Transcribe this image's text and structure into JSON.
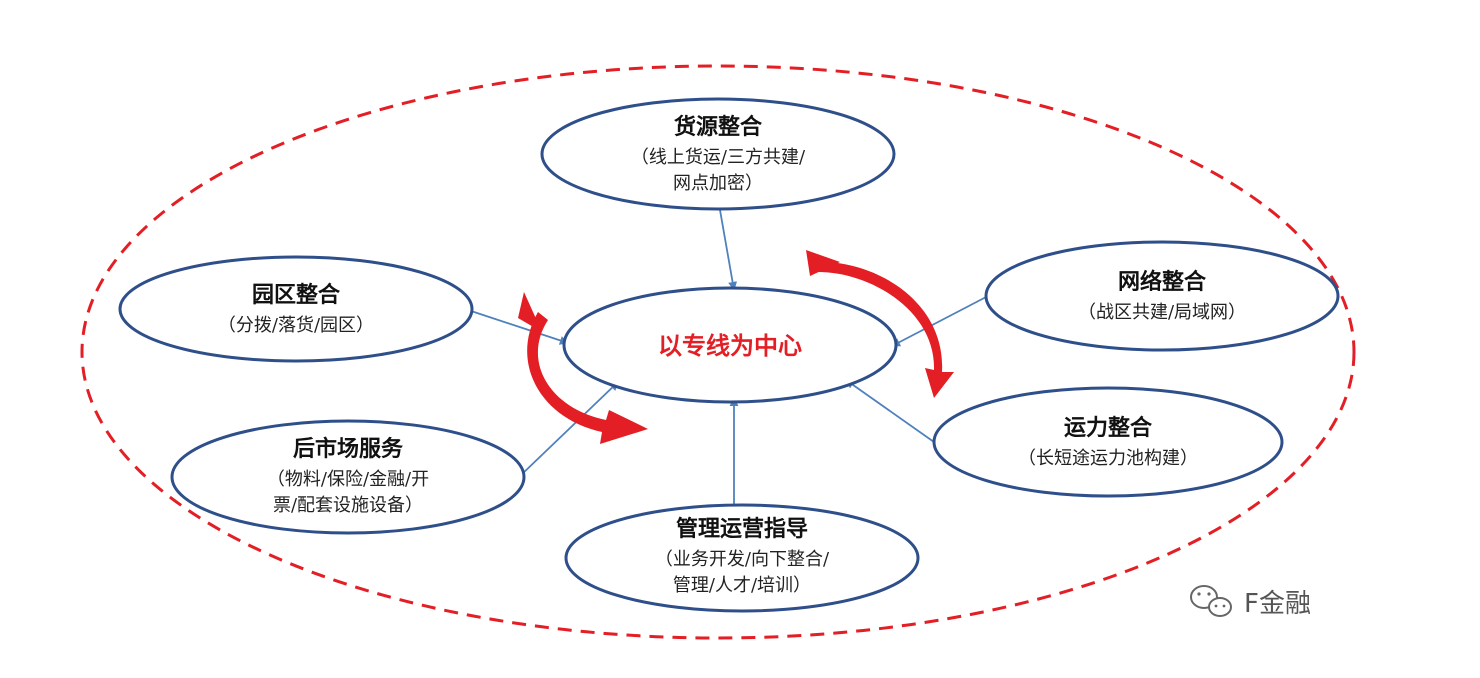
{
  "colors": {
    "outline_dash": "#e31e24",
    "node_border": "#2e4f8a",
    "connector": "#4f81bd",
    "cycle_arrow": "#e31e24",
    "center_text": "#e31e24"
  },
  "center": {
    "title": "以专线为中心"
  },
  "nodes": {
    "cargo": {
      "title": "货源整合",
      "lines": [
        "（线上货运/三方共建/",
        "网点加密）"
      ]
    },
    "park": {
      "title": "园区整合",
      "lines": [
        "（分拨/落货/园区）"
      ]
    },
    "network": {
      "title": "网络整合",
      "lines": [
        "（战区共建/局域网）"
      ]
    },
    "capacity": {
      "title": "运力整合",
      "lines": [
        "（长短途运力池构建）"
      ]
    },
    "aftermarket": {
      "title": "后市场服务",
      "lines": [
        "（物料/保险/金融/开",
        "票/配套设施设备）"
      ]
    },
    "management": {
      "title": "管理运营指导",
      "lines": [
        "（业务开发/向下整合/",
        "管理/人才/培训）"
      ]
    }
  },
  "watermark": {
    "icon": "wechat-icon",
    "text": "F金融"
  }
}
